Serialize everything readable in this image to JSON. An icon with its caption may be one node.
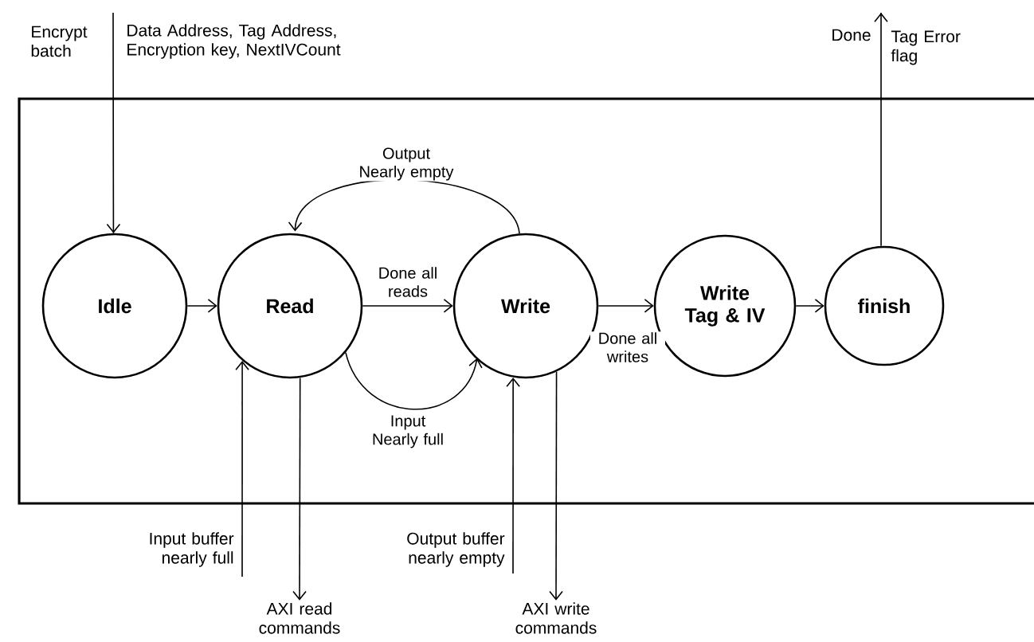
{
  "diagram": {
    "nodes": [
      {
        "text": [],
        "shape": "box"
      },
      {
        "text": [
          "Idle"
        ],
        "in": 0
      },
      {
        "text": [
          "Read"
        ],
        "in": 0
      },
      {
        "text": [
          "Write"
        ],
        "in": 0
      },
      {
        "text": [
          "Write Tag & IV"
        ],
        "in": 0
      },
      {
        "text": [
          "finish"
        ],
        "in": 0
      },
      {
        "text": [
          "Encrypt batch"
        ]
      },
      {
        "text": [
          "Data Address, Tag Address, Encryption key, NextIVCount"
        ]
      },
      {
        "text": [
          "Done"
        ]
      },
      {
        "text": [
          "Tag Error flag"
        ]
      },
      {
        "text": [
          "Input buffer nearly full"
        ]
      },
      {
        "text": [
          "AXI read commands"
        ]
      },
      {
        "text": [
          "Output buffer nearly empty"
        ]
      },
      {
        "text": [
          "AXI write commands"
        ]
      }
    ],
    "edges": [
      {
        "from": 1,
        "to": 2,
        "arrow": "to"
      },
      {
        "from": 2,
        "to": 3,
        "arrow": "to",
        "label": "Done all reads"
      },
      {
        "from": 3,
        "to": 2,
        "arrow": "to",
        "label": "Output Nearly empty"
      },
      {
        "from": 2,
        "to": 3,
        "arrow": "to",
        "label": "Input Nearly full"
      },
      {
        "from": 3,
        "to": 4,
        "arrow": "to",
        "label": "Done all writes"
      },
      {
        "from": 4,
        "to": 5,
        "arrow": "to"
      },
      {
        "from": 6,
        "to": 1,
        "arrow": "to"
      },
      {
        "from": 7,
        "to": 1,
        "arrow": "to"
      },
      {
        "from": 5,
        "to": 8,
        "arrow": "to"
      },
      {
        "from": 5,
        "to": 9,
        "arrow": "to"
      },
      {
        "from": 10,
        "to": 2,
        "arrow": "to"
      },
      {
        "from": 2,
        "to": 11,
        "arrow": "to"
      },
      {
        "from": 12,
        "to": 3,
        "arrow": "to"
      },
      {
        "from": 3,
        "to": 13,
        "arrow": "to"
      }
    ]
  }
}
